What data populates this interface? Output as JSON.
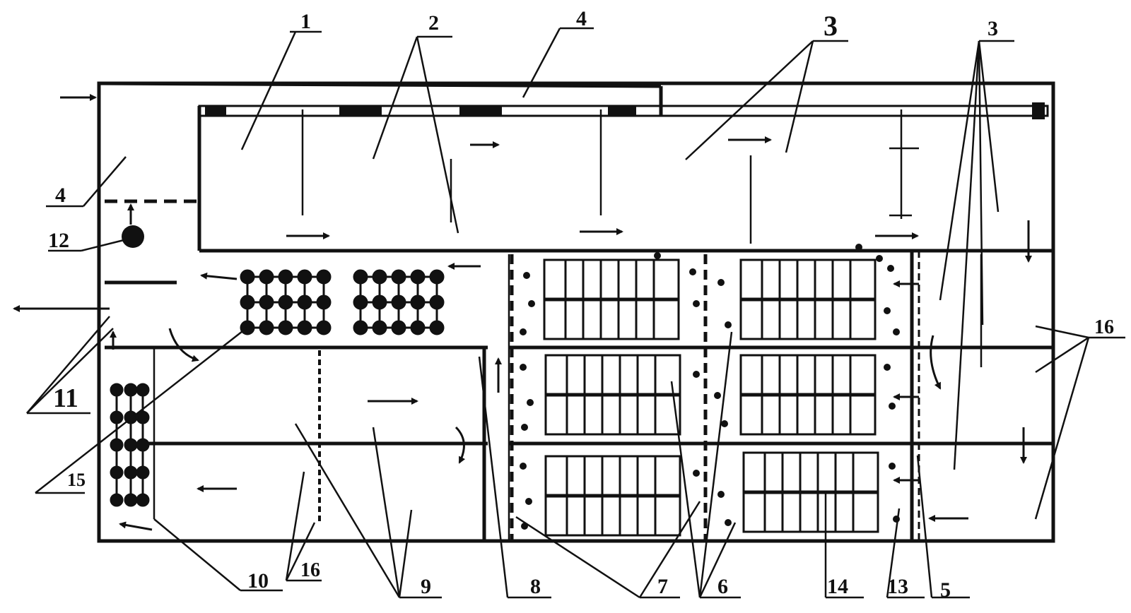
{
  "labels": {
    "l1": "1",
    "l2": "2",
    "l3a": "3",
    "l3b": "3",
    "l4a": "4",
    "l4b": "4",
    "l5": "5",
    "l6": "6",
    "l7": "7",
    "l8": "8",
    "l9": "9",
    "l10": "10",
    "l11": "11",
    "l12": "12",
    "l13": "13",
    "l14": "14",
    "l15": "15",
    "l16a": "16",
    "l16b": "16"
  },
  "colors": {
    "ink": "#111111",
    "background": "#ffffff"
  }
}
